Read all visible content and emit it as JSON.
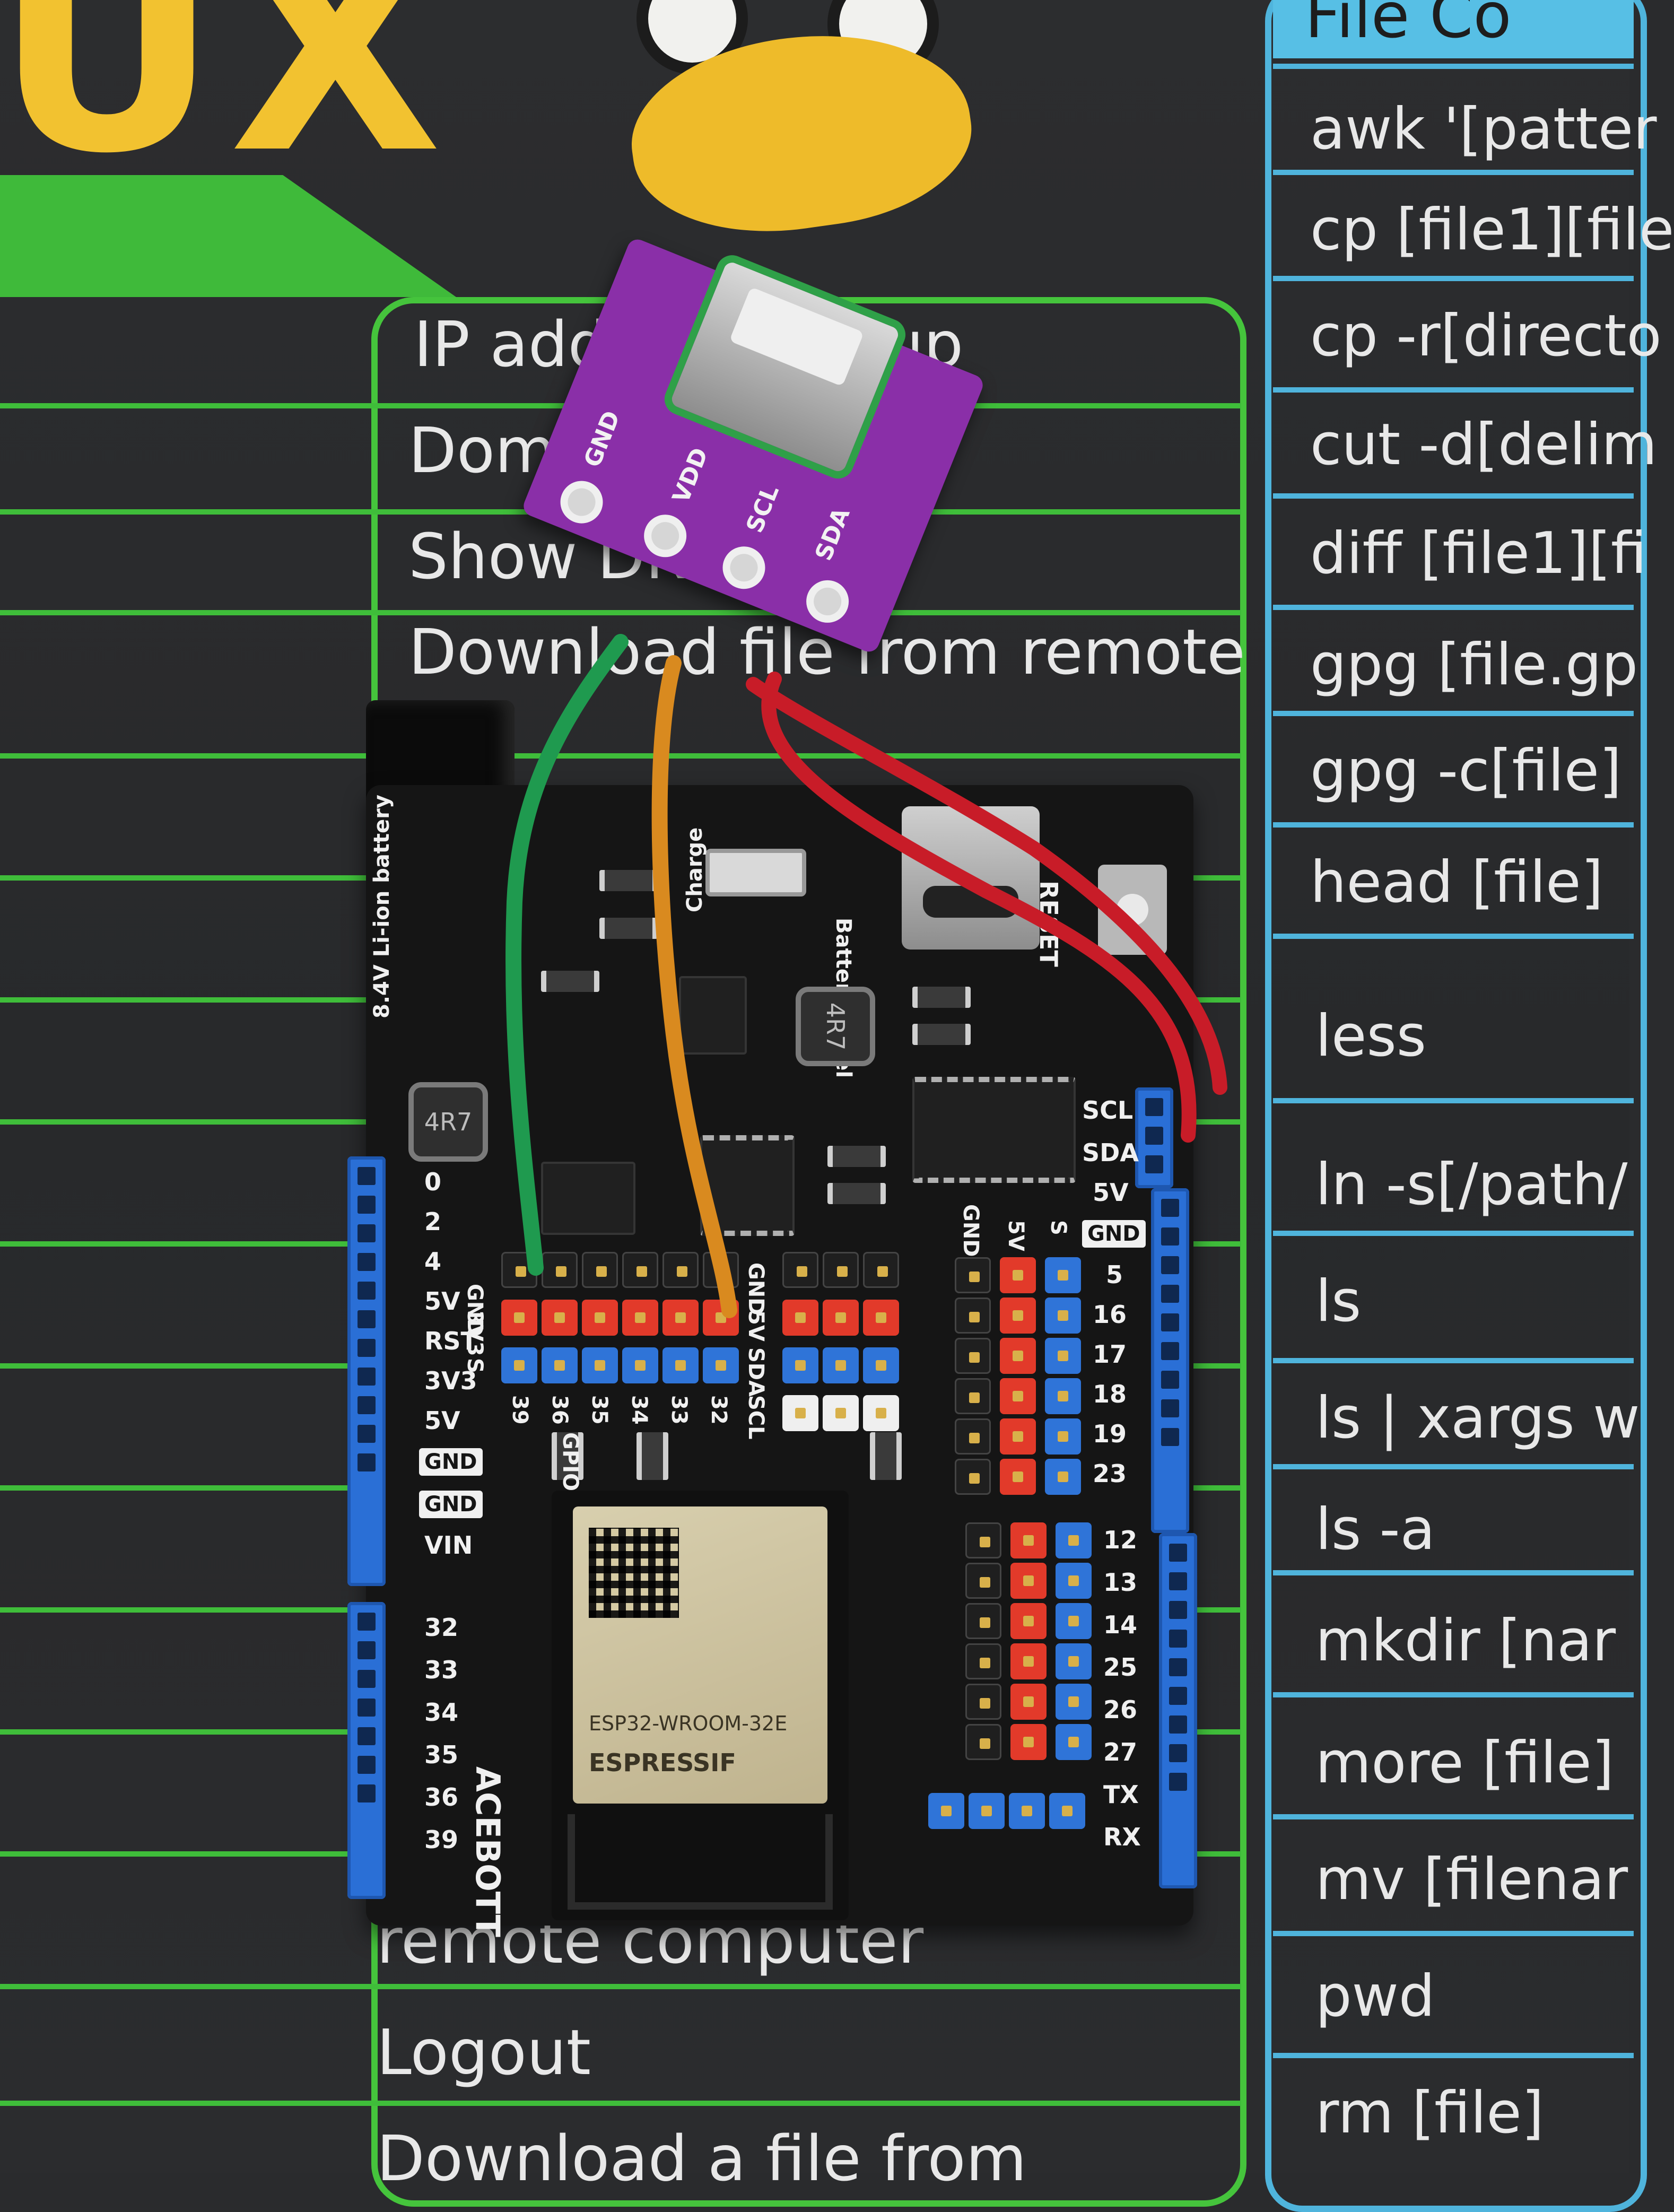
{
  "mat": {
    "logo_letters": "UX",
    "menu_items": [
      "IP address lookup",
      "Domain lookup",
      "Show DNS info",
      "Download file from remote",
      "remote computer",
      "Logout",
      "Download a file from"
    ],
    "commands_header": "File Co",
    "commands": [
      "awk '[patter",
      "cp [file1][file",
      "cp -r[directo",
      "cut -d[delim",
      "diff [file1][fi",
      "gpg [file.gp",
      "gpg -c[file]",
      "head [file]",
      "less",
      "ln -s[/path/",
      "ls",
      "ls | xargs w",
      "ls -a",
      "mkdir [nar",
      "more [file]",
      "mv [filenar",
      "pwd",
      "rm [file]"
    ],
    "colors": {
      "mat_background": "#2a2b2d",
      "menu_green": "#3fbd3a",
      "command_cyan": "#4fb4dc",
      "logo_yellow": "#f2c230"
    }
  },
  "sensor_board": {
    "pin_labels": [
      "GND",
      "VDD",
      "SCL",
      "SDA"
    ],
    "pcb_color": "#8a2fa8"
  },
  "wires": [
    {
      "name": "green",
      "color": "#1f9a4f"
    },
    {
      "name": "orange",
      "color": "#d98a1f"
    },
    {
      "name": "red-1",
      "color": "#c81c28"
    },
    {
      "name": "red-2",
      "color": "#c81c28"
    }
  ],
  "main_board": {
    "brand": "ACEBOTT",
    "battery_label": "8.4V Li-ion battery",
    "charge_label": "Charge",
    "battery_level_label": "Battery Level",
    "reset_label": "RESET",
    "inductor_marking": "4R7",
    "left_header_top": [
      "0",
      "2",
      "4",
      "5V",
      "RST",
      "3V3",
      "5V",
      "GND",
      "GND",
      "VIN"
    ],
    "left_header_bottom": [
      "32",
      "33",
      "34",
      "35",
      "36",
      "39"
    ],
    "i2c_header": [
      "SCL",
      "SDA",
      "5V",
      "GND"
    ],
    "right_header_top": [
      "5",
      "16",
      "17",
      "18",
      "19",
      "23"
    ],
    "right_header_bottom": [
      "12",
      "13",
      "14",
      "25",
      "26",
      "27",
      "TX",
      "RX"
    ],
    "gpio_row_labels": [
      "GND",
      "3V3",
      "S"
    ],
    "gpio_row_numbers": [
      "39",
      "36",
      "35",
      "34",
      "33",
      "32"
    ],
    "i2c_row_labels": [
      "GND",
      "5V",
      "SDA",
      "SCL"
    ],
    "gpio_col_labels": [
      "GND",
      "5V",
      "S"
    ],
    "gpio2_label": "GPIO2",
    "module_brand": "ESPRESSIF",
    "module_model": "ESP32-WROOM-32E",
    "colors": {
      "pcb": "#151515",
      "header_blue": "#2a6fd6",
      "pin_red": "#e23a2a",
      "pin_blue": "#2f74d8"
    }
  }
}
